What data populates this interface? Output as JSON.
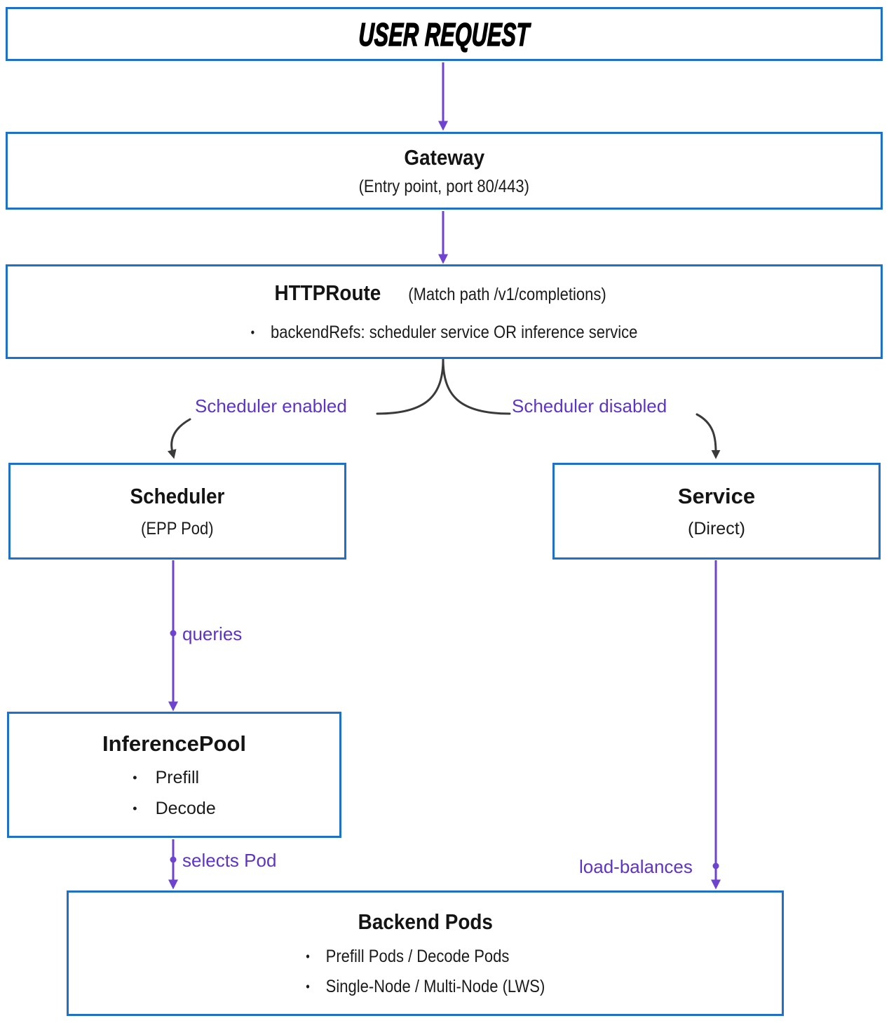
{
  "diagram": {
    "nodes": {
      "user_request": {
        "title": "USER REQUEST"
      },
      "gateway": {
        "title": "Gateway",
        "subtitle": "(Entry point, port 80/443)"
      },
      "httproute": {
        "title": "HTTPRoute",
        "title_note": "(Match path /v1/completions)",
        "bullets": [
          "backendRefs: scheduler service OR inference service"
        ]
      },
      "scheduler": {
        "title": "Scheduler",
        "subtitle": "(EPP Pod)"
      },
      "service": {
        "title": "Service",
        "subtitle": "(Direct)"
      },
      "inference_pool": {
        "title": "InferencePool",
        "bullets": [
          "Prefill",
          "Decode"
        ]
      },
      "backend_pods": {
        "title": "Backend Pods",
        "bullets": [
          "Prefill Pods / Decode Pods",
          "Single-Node / Multi-Node (LWS)"
        ]
      }
    },
    "edge_labels": {
      "scheduler_enabled": "Scheduler enabled",
      "scheduler_disabled": "Scheduler disabled",
      "queries": "queries",
      "selects_pod": "selects Pod",
      "load_balances": "load-balances"
    },
    "colors": {
      "box_border": "#1e70c8",
      "arrow_purple": "#6d43cf",
      "label_purple": "#5e34c4",
      "arrow_dark": "#3a3a3a",
      "text": "#1b1b1b"
    }
  }
}
